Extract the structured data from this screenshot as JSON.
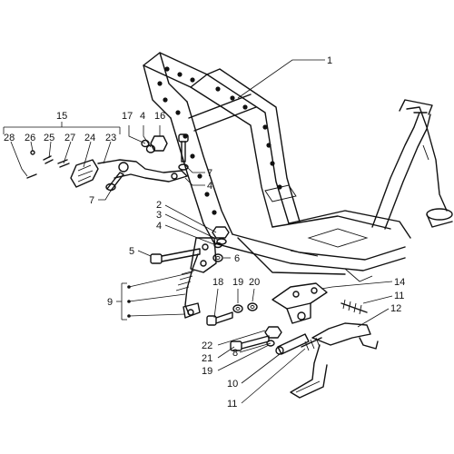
{
  "labels": {
    "n1": "1",
    "n2": "2",
    "n3": "3",
    "n4a": "4",
    "n4b": "4",
    "n4c": "4",
    "n5": "5",
    "n6": "6",
    "n7a": "7",
    "n7b": "7",
    "n8": "8",
    "n9": "9",
    "n10": "10",
    "n11a": "11",
    "n11b": "11",
    "n12": "12",
    "n14": "14",
    "n15": "15",
    "n16": "16",
    "n17": "17",
    "n18": "18",
    "n19a": "19",
    "n19b": "19",
    "n20": "20",
    "n21": "21",
    "n22": "22",
    "n23": "23",
    "n24": "24",
    "n25": "25",
    "n26": "26",
    "n27": "27",
    "n28": "28"
  }
}
